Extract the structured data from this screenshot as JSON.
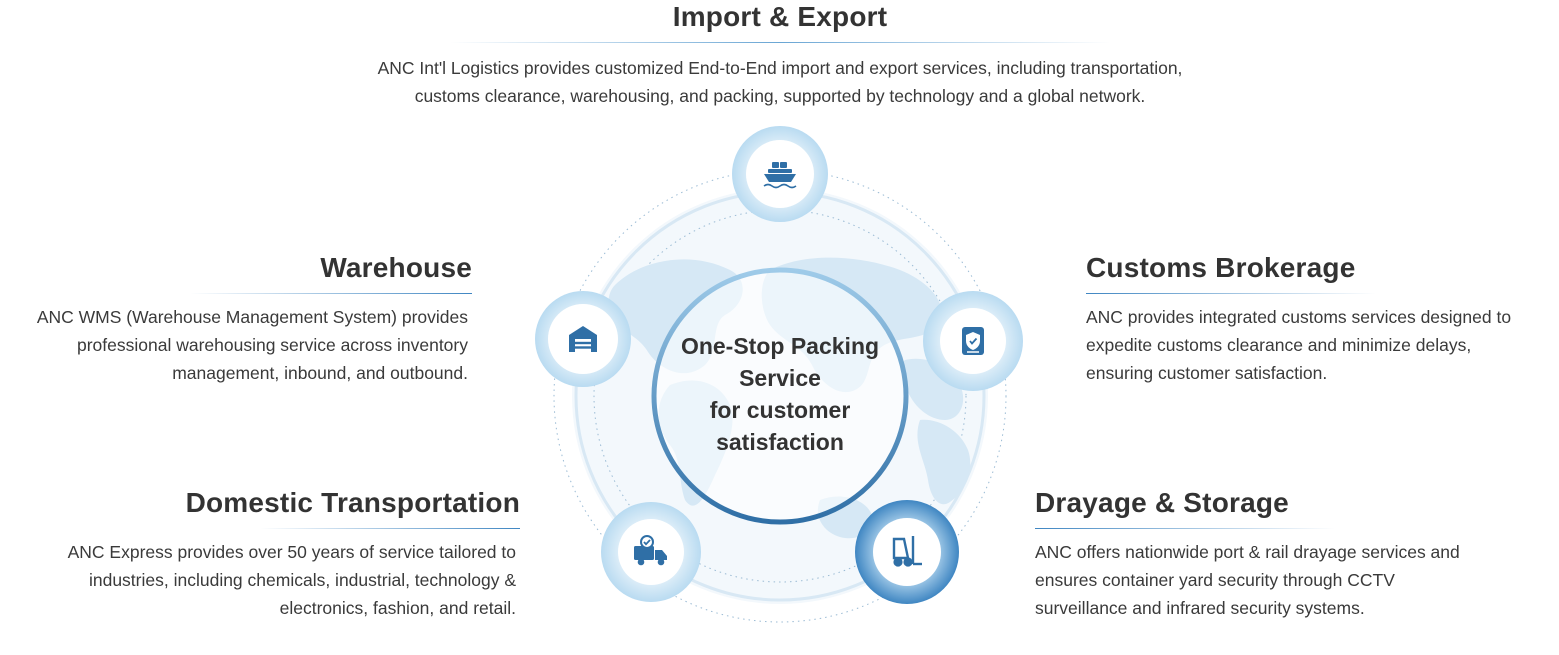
{
  "sections": {
    "import_export": {
      "title": "Import & Export",
      "desc_lines": [
        "ANC Int'l Logistics provides customized End-to-End import and export services, including transportation,",
        "customs clearance, warehousing, and packing, supported by technology and a global network."
      ],
      "icon": "cargo-ship-icon"
    },
    "warehouse": {
      "title": "Warehouse",
      "desc_lines": [
        "ANC WMS (Warehouse Management System) provides",
        "professional warehousing service across inventory",
        "management, inbound, and outbound."
      ],
      "icon": "warehouse-icon"
    },
    "customs_brokerage": {
      "title": "Customs Brokerage",
      "desc_lines": [
        "ANC provides integrated customs services designed to",
        "expedite customs clearance and minimize delays,",
        "ensuring customer satisfaction."
      ],
      "icon": "shield-document-icon"
    },
    "domestic_transportation": {
      "title": "Domestic Transportation",
      "desc_lines": [
        "ANC Express provides over 50 years of service tailored to",
        "industries, including chemicals, industrial, technology &",
        "electronics, fashion, and retail."
      ],
      "icon": "delivery-truck-icon"
    },
    "drayage_storage": {
      "title": "Drayage & Storage",
      "desc_lines": [
        "ANC offers nationwide port & rail drayage services and",
        "ensures container yard security through CCTV",
        "surveillance and infrared security systems."
      ],
      "icon": "forklift-icon"
    }
  },
  "center": {
    "lines": [
      "One-Stop Packing",
      "Service",
      "for customer",
      "satisfaction"
    ]
  },
  "colors": {
    "accent_dark": "#2f6fa6",
    "accent": "#4a90c8",
    "accent_light": "#cfe5f5",
    "map": "#dcebf6",
    "text": "#333333"
  }
}
